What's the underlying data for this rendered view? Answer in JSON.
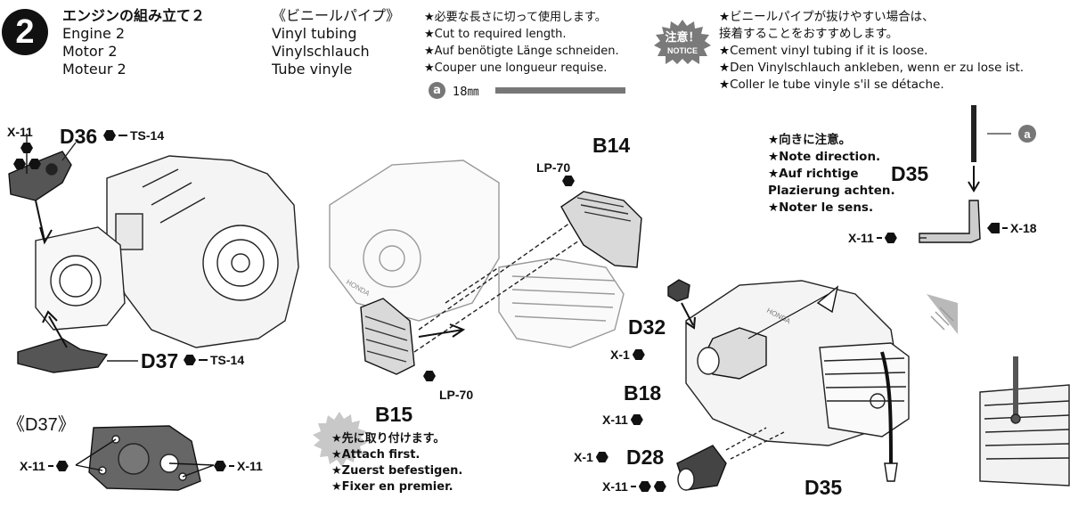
{
  "step": {
    "number": "2"
  },
  "title": {
    "jp": "エンジンの組み立て２",
    "en": "Engine 2",
    "de": "Motor 2",
    "fr": "Moteur 2"
  },
  "vinyl": {
    "jp": "《ビニールパイプ》",
    "en": "Vinyl tubing",
    "de": "Vinylschlauch",
    "fr": "Tube vinyle"
  },
  "cut_instructions": {
    "jp": "★必要な長さに切って使用します。",
    "en": "★Cut to required length.",
    "de": "★Auf benötigte Länge schneiden.",
    "fr": "★Couper une longueur requise."
  },
  "measure": {
    "letter": "a",
    "length": "18㎜"
  },
  "notice": {
    "badge_jp": "注意！",
    "badge_en": "NOTICE",
    "jp1": "★ビニールパイプが抜けやすい場合は、",
    "jp2": "接着することをおすすめします。",
    "en": "★Cement vinyl tubing if it is loose.",
    "de": "★Den Vinylschlauch ankleben, wenn er zu lose ist.",
    "fr": "★Coller le tube vinyle s'il se détache."
  },
  "direction_note": {
    "jp": "★向きに注意。",
    "en": "★Note direction.",
    "de1": "★Auf richtige",
    "de2": "Plazierung achten.",
    "fr": "★Noter le sens."
  },
  "attach_note": {
    "jp": "★先に取り付けます。",
    "en": "★Attach first.",
    "de": "★Zuerst befestigen.",
    "fr": "★Fixer en premier."
  },
  "labels": {
    "x11": "X-11",
    "x1": "X-1",
    "x18": "X-18",
    "ts14": "TS-14",
    "lp70": "LP-70",
    "d36": "D36",
    "d37": "D37",
    "d37_detail": "《D37》",
    "b14": "B14",
    "b15": "B15",
    "d35": "D35",
    "d32": "D32",
    "b18": "B18",
    "d28": "D28",
    "tube_letter": "a",
    "honda": "HONDA"
  },
  "colors": {
    "ink": "#111111",
    "mid_gray": "#777777",
    "light_gray": "#bdbdbd",
    "part_gray": "#555555"
  }
}
